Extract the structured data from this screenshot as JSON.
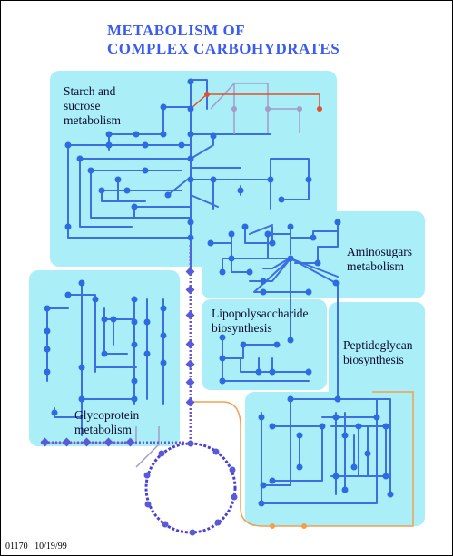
{
  "title": {
    "line1": "METABOLISM  OF",
    "line2": "COMPLEX  CARBOHYDRATES"
  },
  "regions": {
    "starch": "Starch and\nsucrose\nmetabolism",
    "aminosugars": "Aminosugars\nmetabolism",
    "lps": "Lipopolysaccharide\nbiosynthesis",
    "peptidoglycan": "Peptideglycan\nbiosynthesis",
    "glycoprotein": "Glycoprotein\nmetabolism"
  },
  "footer": {
    "map_id": "01170",
    "date": "10/19/99"
  },
  "colors": {
    "region_fill": "#aaeef8",
    "pathway_blue": "#3c6fe0",
    "node_blue": "#2f6be0",
    "highlight_red": "#e0502a",
    "highlight_orange": "#f0a050",
    "outline_gray": "#b09cc0",
    "title_blue": "#3a5cf0",
    "ring_violet": "#4a40d8"
  }
}
